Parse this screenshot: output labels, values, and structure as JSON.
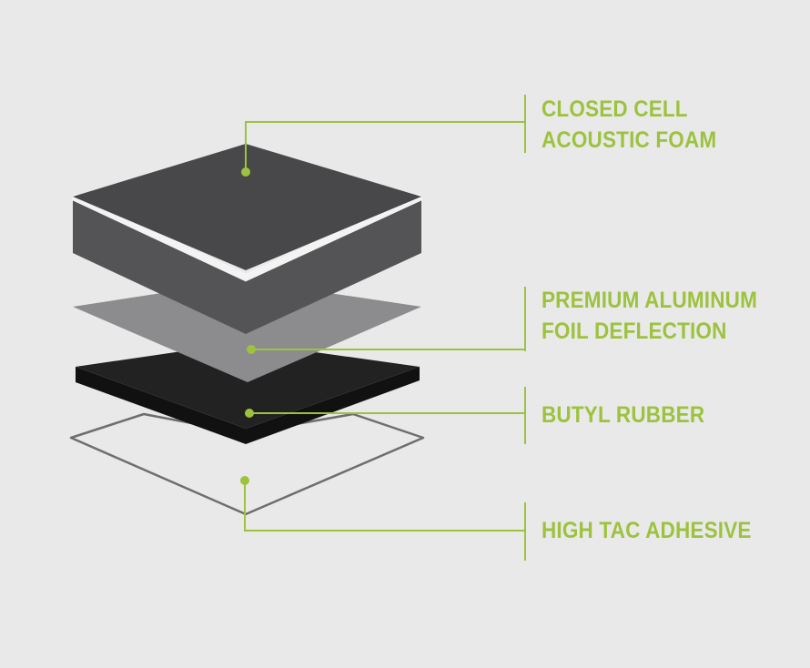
{
  "colors": {
    "background": "#e9e9e9",
    "accent": "#9dc23d",
    "foam_top": "#4a4a4c",
    "foam_side": "#545456",
    "foil": "#8c8c8e",
    "rubber_top": "#202020",
    "rubber_side": "#111111",
    "adhesive_outline": "#6e6e6e"
  },
  "layers": [
    {
      "id": "foam",
      "lines": [
        "CLOSED CELL",
        "ACOUSTIC FOAM"
      ]
    },
    {
      "id": "foil",
      "lines": [
        "PREMIUM ALUMINUM",
        "FOIL DEFLECTION"
      ]
    },
    {
      "id": "rubber",
      "lines": [
        "BUTYL RUBBER"
      ]
    },
    {
      "id": "adhesive",
      "lines": [
        "HIGH TAC ADHESIVE"
      ]
    }
  ]
}
